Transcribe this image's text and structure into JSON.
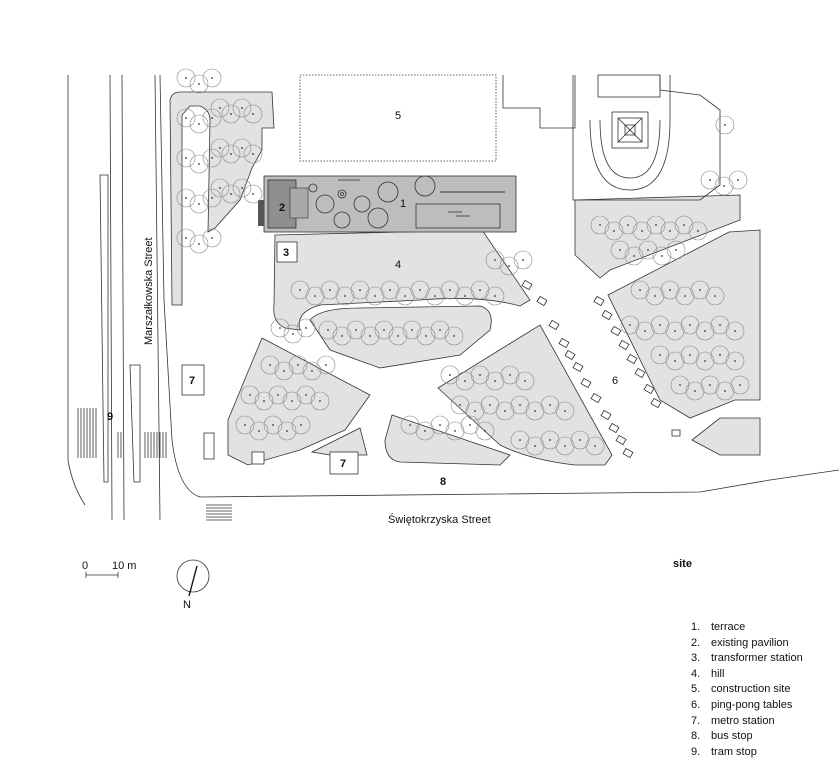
{
  "title": "site",
  "streets": {
    "marszalkowska": "Marszałkowska Street",
    "swietokrzyska": "Świętokrzyska Street"
  },
  "scale": {
    "zero": "0",
    "ten": "10 m"
  },
  "north": "N",
  "markers": {
    "terrace": "1",
    "pavilion": "2",
    "transformer": "3",
    "hill": "4",
    "construction": "5",
    "pingpong": "6",
    "metro_a": "7",
    "metro_b": "7",
    "bus": "8",
    "tram": "9"
  },
  "legend": [
    {
      "num": "1.",
      "text": "terrace"
    },
    {
      "num": "2.",
      "text": "existing pavilion"
    },
    {
      "num": "3.",
      "text": "transformer station"
    },
    {
      "num": "4.",
      "text": "hill"
    },
    {
      "num": "5.",
      "text": "construction site"
    },
    {
      "num": "6.",
      "text": "ping-pong tables"
    },
    {
      "num": "7.",
      "text": "metro station"
    },
    {
      "num": "8.",
      "text": "bus stop"
    },
    {
      "num": "9.",
      "text": "tram stop"
    }
  ],
  "colors": {
    "lawn": "#e2e2e2",
    "line": "#333333",
    "tree": "#8a8a8a",
    "terrace": "#bdbdbd",
    "pavilion": "#8f8f8f"
  }
}
